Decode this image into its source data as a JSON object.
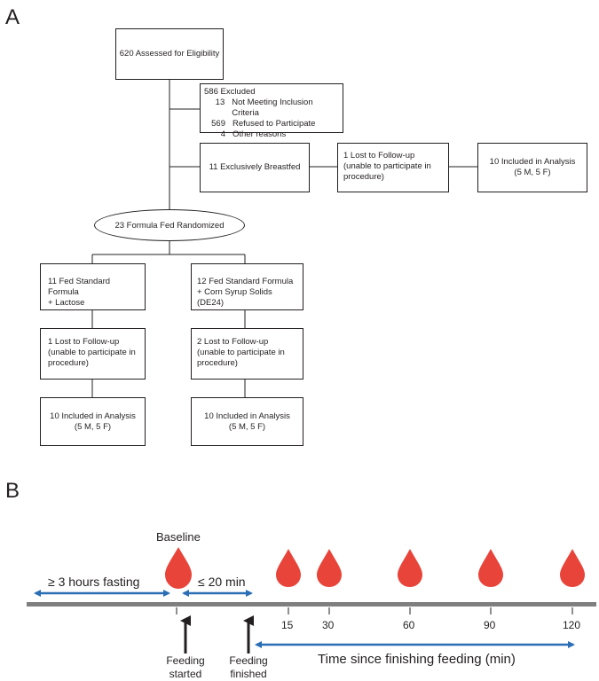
{
  "panel_a": {
    "letter": "A",
    "assessed": "620 Assessed for Eligibility",
    "excluded": {
      "title": "586 Excluded",
      "rows": [
        {
          "n": "13",
          "reason": "Not Meeting Inclusion Criteria"
        },
        {
          "n": "569",
          "reason": "Refused to Participate"
        },
        {
          "n": "4",
          "reason": "Other reasons"
        }
      ]
    },
    "breastfed": "11 Exclusively Breastfed",
    "breastfed_lost": [
      "1 Lost to Follow-up",
      "(unable to participate in",
      "procedure)"
    ],
    "breastfed_included": [
      "10 Included in Analysis",
      "(5 M, 5 F)"
    ],
    "randomized": "23 Formula Fed Randomized",
    "lactose": [
      "11 Fed Standard Formula",
      "+ Lactose"
    ],
    "corn": [
      "12 Fed Standard Formula",
      "+ Corn Syrup Solids (DE24)"
    ],
    "lactose_lost": [
      "1 Lost to Follow-up",
      "(unable to participate in",
      "procedure)"
    ],
    "corn_lost": [
      "2 Lost to Follow-up",
      "(unable to participate in",
      "procedure)"
    ],
    "lactose_included": [
      "10 Included in Analysis",
      "(5 M, 5 F)"
    ],
    "corn_included": [
      "10 Included in Analysis",
      "(5 M, 5 F)"
    ]
  },
  "panel_b": {
    "letter": "B",
    "baseline": "Baseline",
    "fasting": "≥ 3 hours fasting",
    "feeding_window": "≤ 20 min",
    "ticks": [
      "15",
      "30",
      "60",
      "90",
      "120"
    ],
    "feeding_started": [
      "Feeding",
      "started"
    ],
    "feeding_finished": [
      "Feeding",
      "finished"
    ],
    "time_since": "Time since finishing feeding (min)",
    "colors": {
      "drop": "#e8443a",
      "arrow": "#2a6eb5",
      "axis": "#7f7f7f"
    }
  }
}
